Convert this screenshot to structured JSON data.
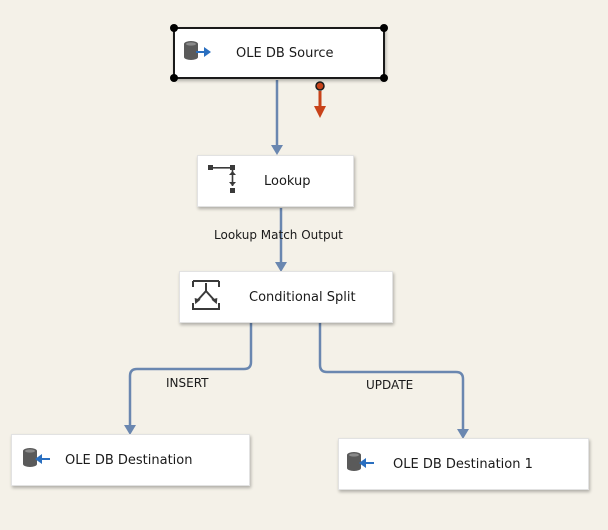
{
  "components": {
    "source": {
      "label": "OLE DB Source",
      "icon": "ole-db-source-icon"
    },
    "lookup": {
      "label": "Lookup",
      "icon": "lookup-icon"
    },
    "split": {
      "label": "Conditional Split",
      "icon": "conditional-split-icon"
    },
    "destination": {
      "label": "OLE DB Destination",
      "icon": "ole-db-destination-icon"
    },
    "destination1": {
      "label": "OLE DB Destination 1",
      "icon": "ole-db-destination-icon"
    }
  },
  "paths": {
    "lookup_to_split": "Lookup Match Output",
    "insert": "INSERT",
    "update": "UPDATE"
  },
  "colors": {
    "canvas": "#f4f1e8",
    "connector": "#6a87b0",
    "error_output": "#c8431a",
    "icon_blue": "#2a6fc0",
    "icon_gray": "#5a5a5a"
  }
}
